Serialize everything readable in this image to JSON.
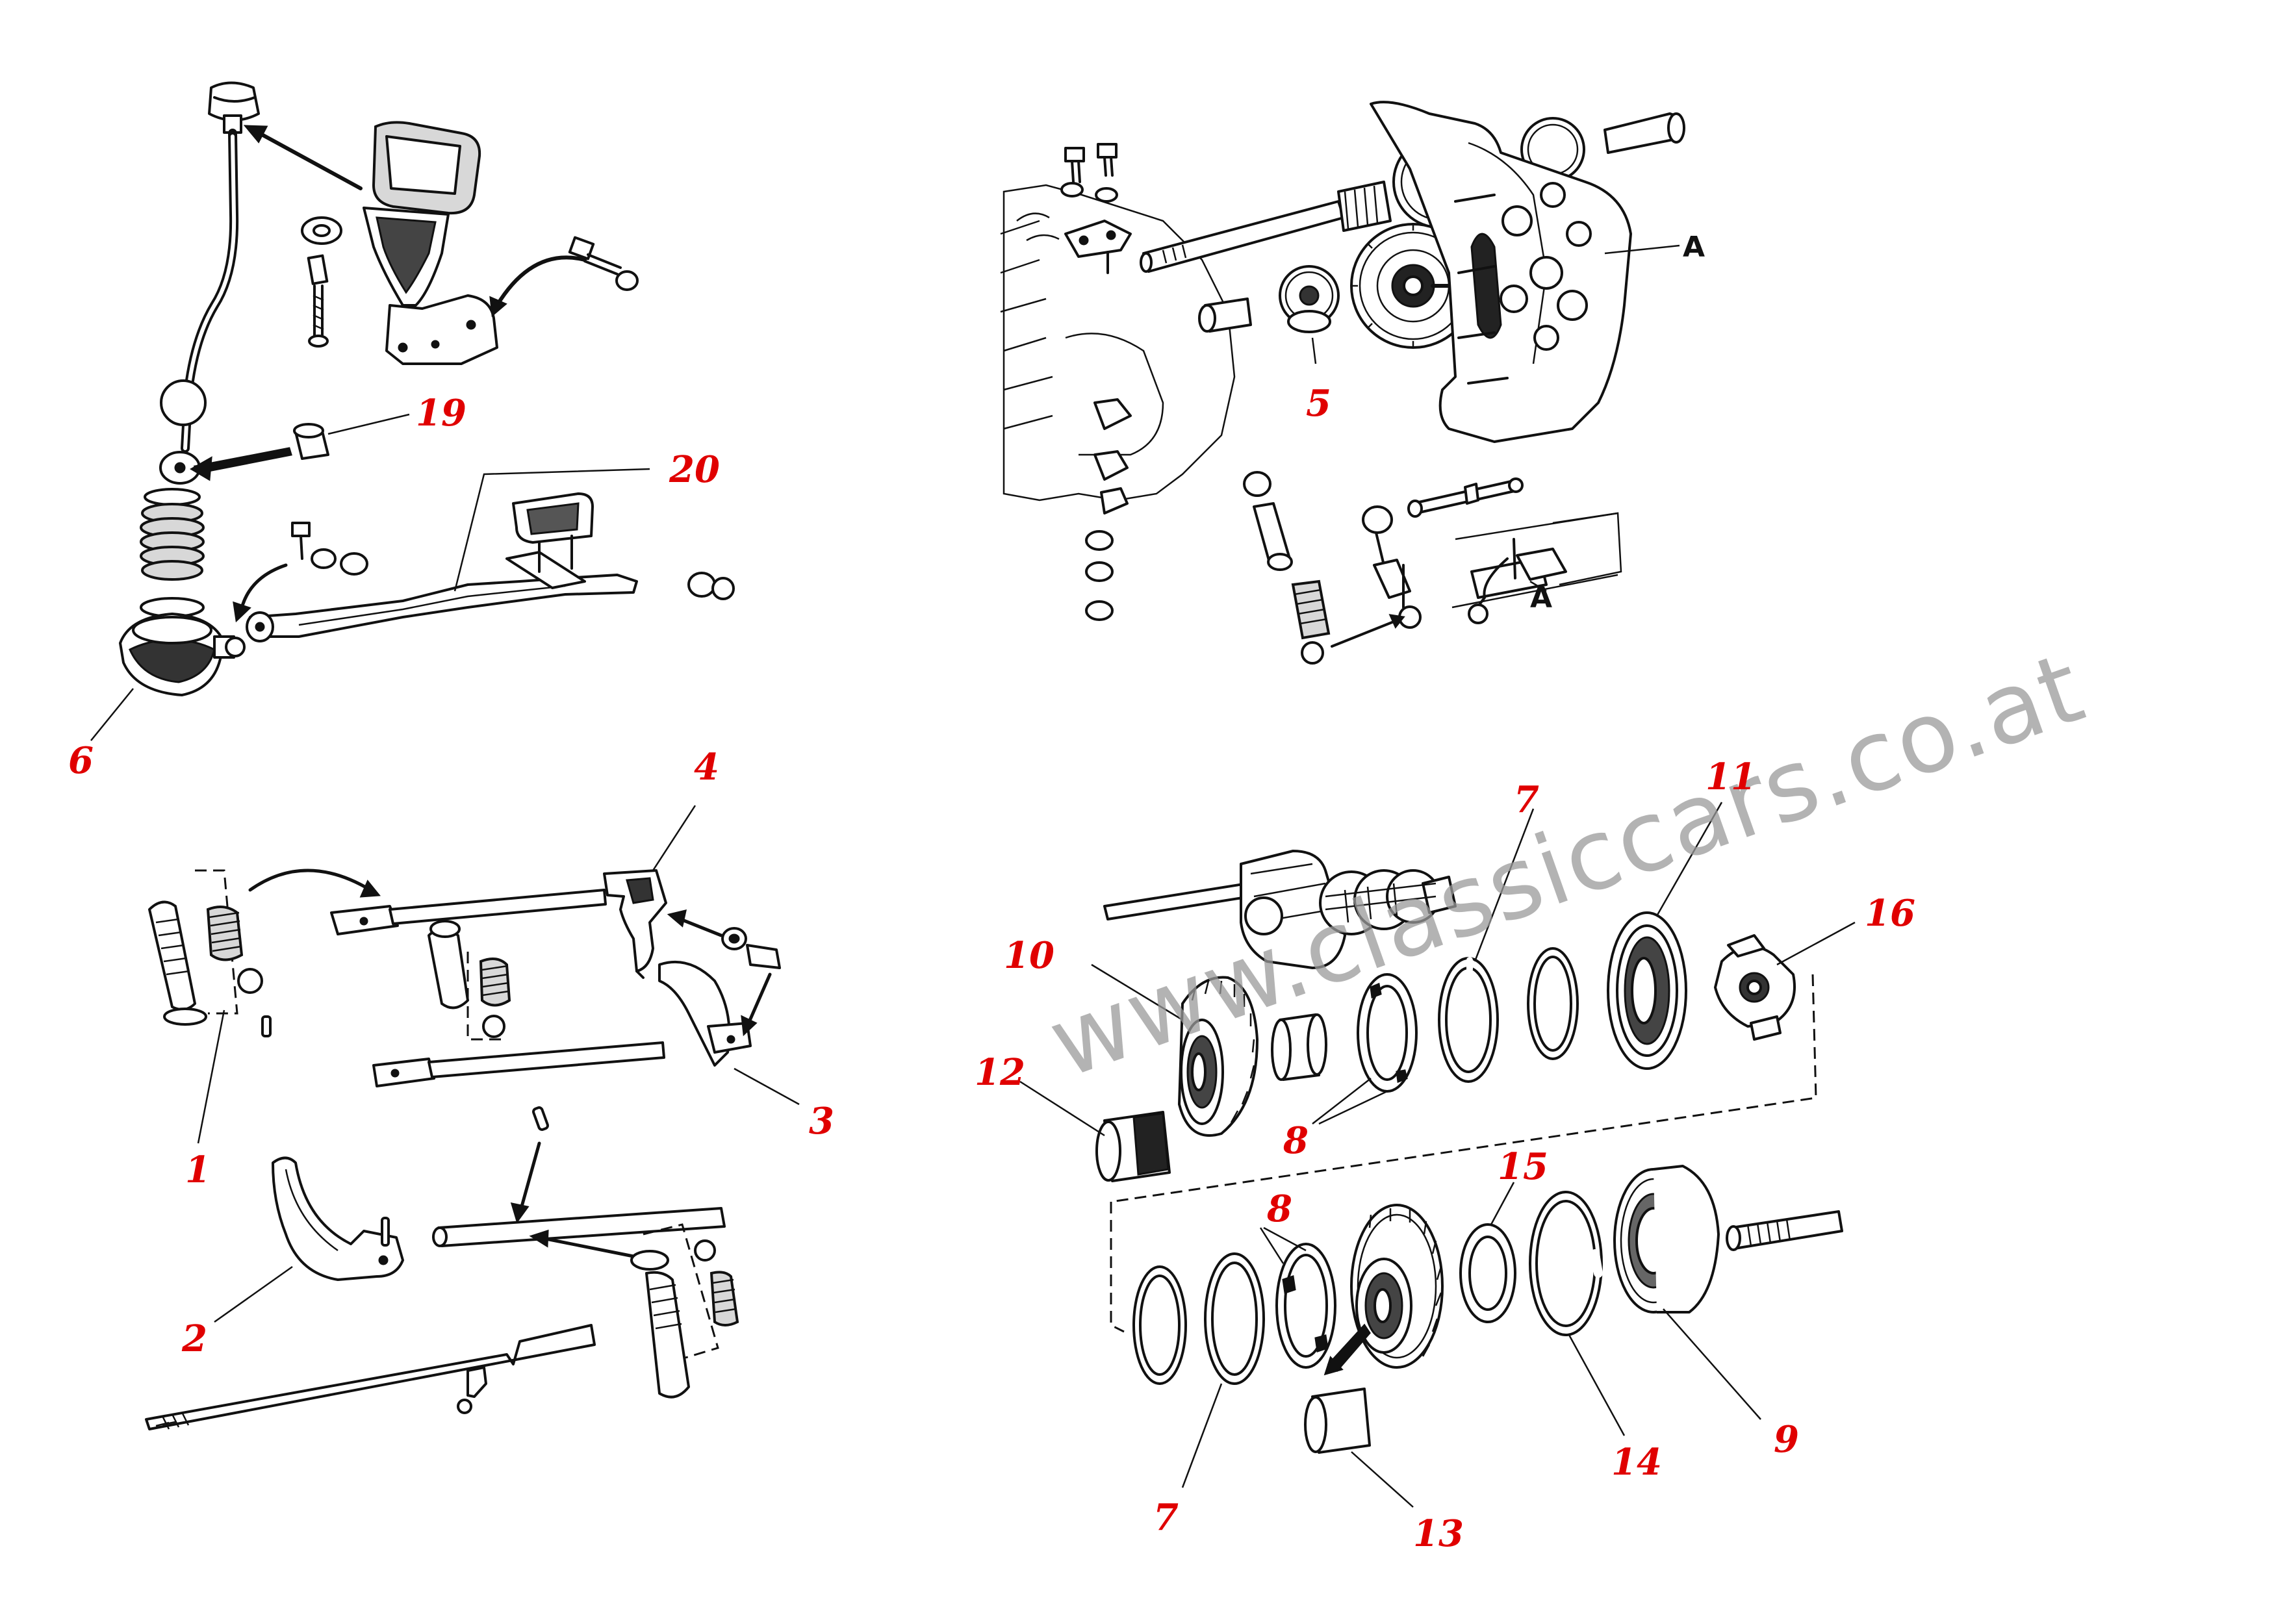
{
  "watermark": "www.classiccars.co.at",
  "callouts": {
    "c19": "19",
    "c20": "20",
    "c6": "6",
    "c5": "5",
    "c4": "4",
    "c3": "3",
    "c1": "1",
    "c2": "2",
    "c7a": "7",
    "c7b": "7",
    "c11": "11",
    "c16": "16",
    "c10": "10",
    "c12": "12",
    "c8a": "8",
    "c8b": "8",
    "c15": "15",
    "c9": "9",
    "c14": "14",
    "c13": "13"
  },
  "letters": {
    "a1": "A",
    "a2": "A"
  },
  "colors": {
    "callout": "#e00000",
    "ink": "#111111",
    "watermark": "#9a9a9a"
  }
}
